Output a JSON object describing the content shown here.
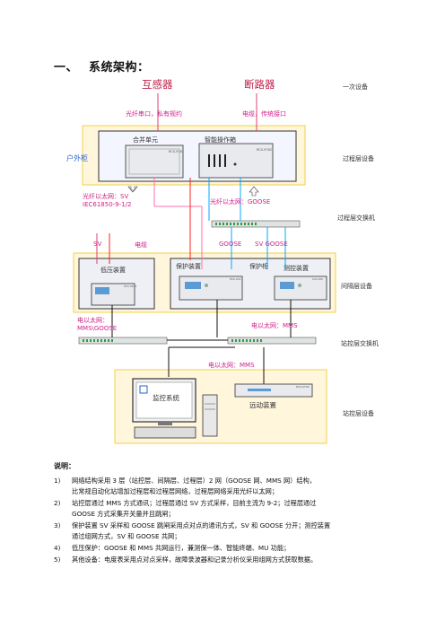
{
  "heading": {
    "number": "一、",
    "title": "系统架构："
  },
  "diagram": {
    "top": {
      "ct": "互感器",
      "breaker": "断路器",
      "right_label": "一次设备"
    },
    "process_layer": {
      "fiber_link": "光纤串口，私有规约",
      "cable_link": "电缆，传统接口",
      "merging_unit": "合并单元",
      "intelligent_unit": "智能操作箱",
      "outdoor_cabinet": "户外柜",
      "right_label": "过程层设备"
    },
    "process_net": {
      "sv_fiber_line1": "光纤以太网：SV",
      "sv_fiber_line2": "IEC61850-9-1/2",
      "goose_fiber": "光纤以太网：GOOSE",
      "right_label": "过程层交换机"
    },
    "bay_layer": {
      "sv": "SV",
      "cable": "电缆",
      "goose_left": "GOOSE",
      "sv_goose": "SV GOOSE",
      "low_freq": "低压装置",
      "protect_a": "保护装置",
      "protect_b": "保护柜",
      "measure": "测控装置",
      "right_label": "间隔层设备"
    },
    "station_net": {
      "mms_goose_line1": "电以太网：",
      "mms_goose_line2": "MMS\\GOOSE",
      "mms": "电以太网：MMS",
      "right_label": "站控层交换机"
    },
    "station_layer": {
      "mms": "电以太网：MMS",
      "monitor": "监控系统",
      "remote": "远动装置",
      "right_label": "站控层设备"
    }
  },
  "notes": {
    "title": "说明：",
    "items": [
      {
        "n": "1)",
        "text": "网络结构采用 3 层（站控层、间隔层、过程层）2 网（GOOSE 网、MMS 网）结构，",
        "cont": "比常规自动化站增加过程层和过程层网络，过程层网络采用光纤以太网；"
      },
      {
        "n": "2)",
        "text": "站控层通过 MMS 方式通讯；过程层通过 SV 方式采样，目前主流为 9-2；过程层通过",
        "cont": "GOOSE 方式采集开关量并且跳闸；"
      },
      {
        "n": "3)",
        "text": "保护装置 SV 采样和 GOOSE 跳闸采用点对点的通讯方式，SV 和 GOOSE 分开；测控装置",
        "cont": "通过组网方式，SV 和 GOOSE 共网；"
      },
      {
        "n": "4)",
        "text": "低压保护：GOOSE 和 MMS 共网运行，兼测保一体、智能终端、MU 功能；",
        "cont": ""
      },
      {
        "n": "5)",
        "text": "其他设备：电度表采用点对点采样，故障录波器和记录分析仪采用组网方式获取数据。",
        "cont": ""
      }
    ]
  }
}
